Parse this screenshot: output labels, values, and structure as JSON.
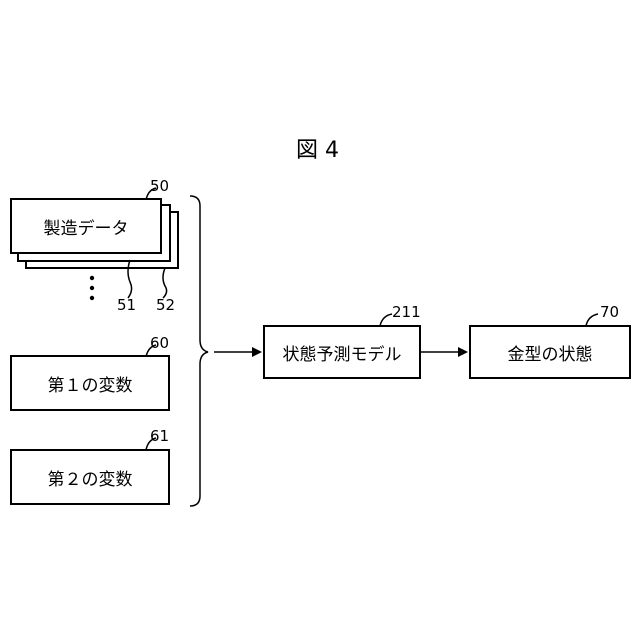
{
  "figure": {
    "title": "図 4"
  },
  "inputs": {
    "manufacturing_data": {
      "label": "製造データ",
      "ref": "50",
      "sub_refs": [
        "51",
        "52"
      ]
    },
    "first_variable": {
      "label": "第１の変数",
      "ref": "60"
    },
    "second_variable": {
      "label": "第２の変数",
      "ref": "61"
    }
  },
  "model": {
    "label": "状態予測モデル",
    "ref": "211"
  },
  "output": {
    "label": "金型の状態",
    "ref": "70"
  }
}
